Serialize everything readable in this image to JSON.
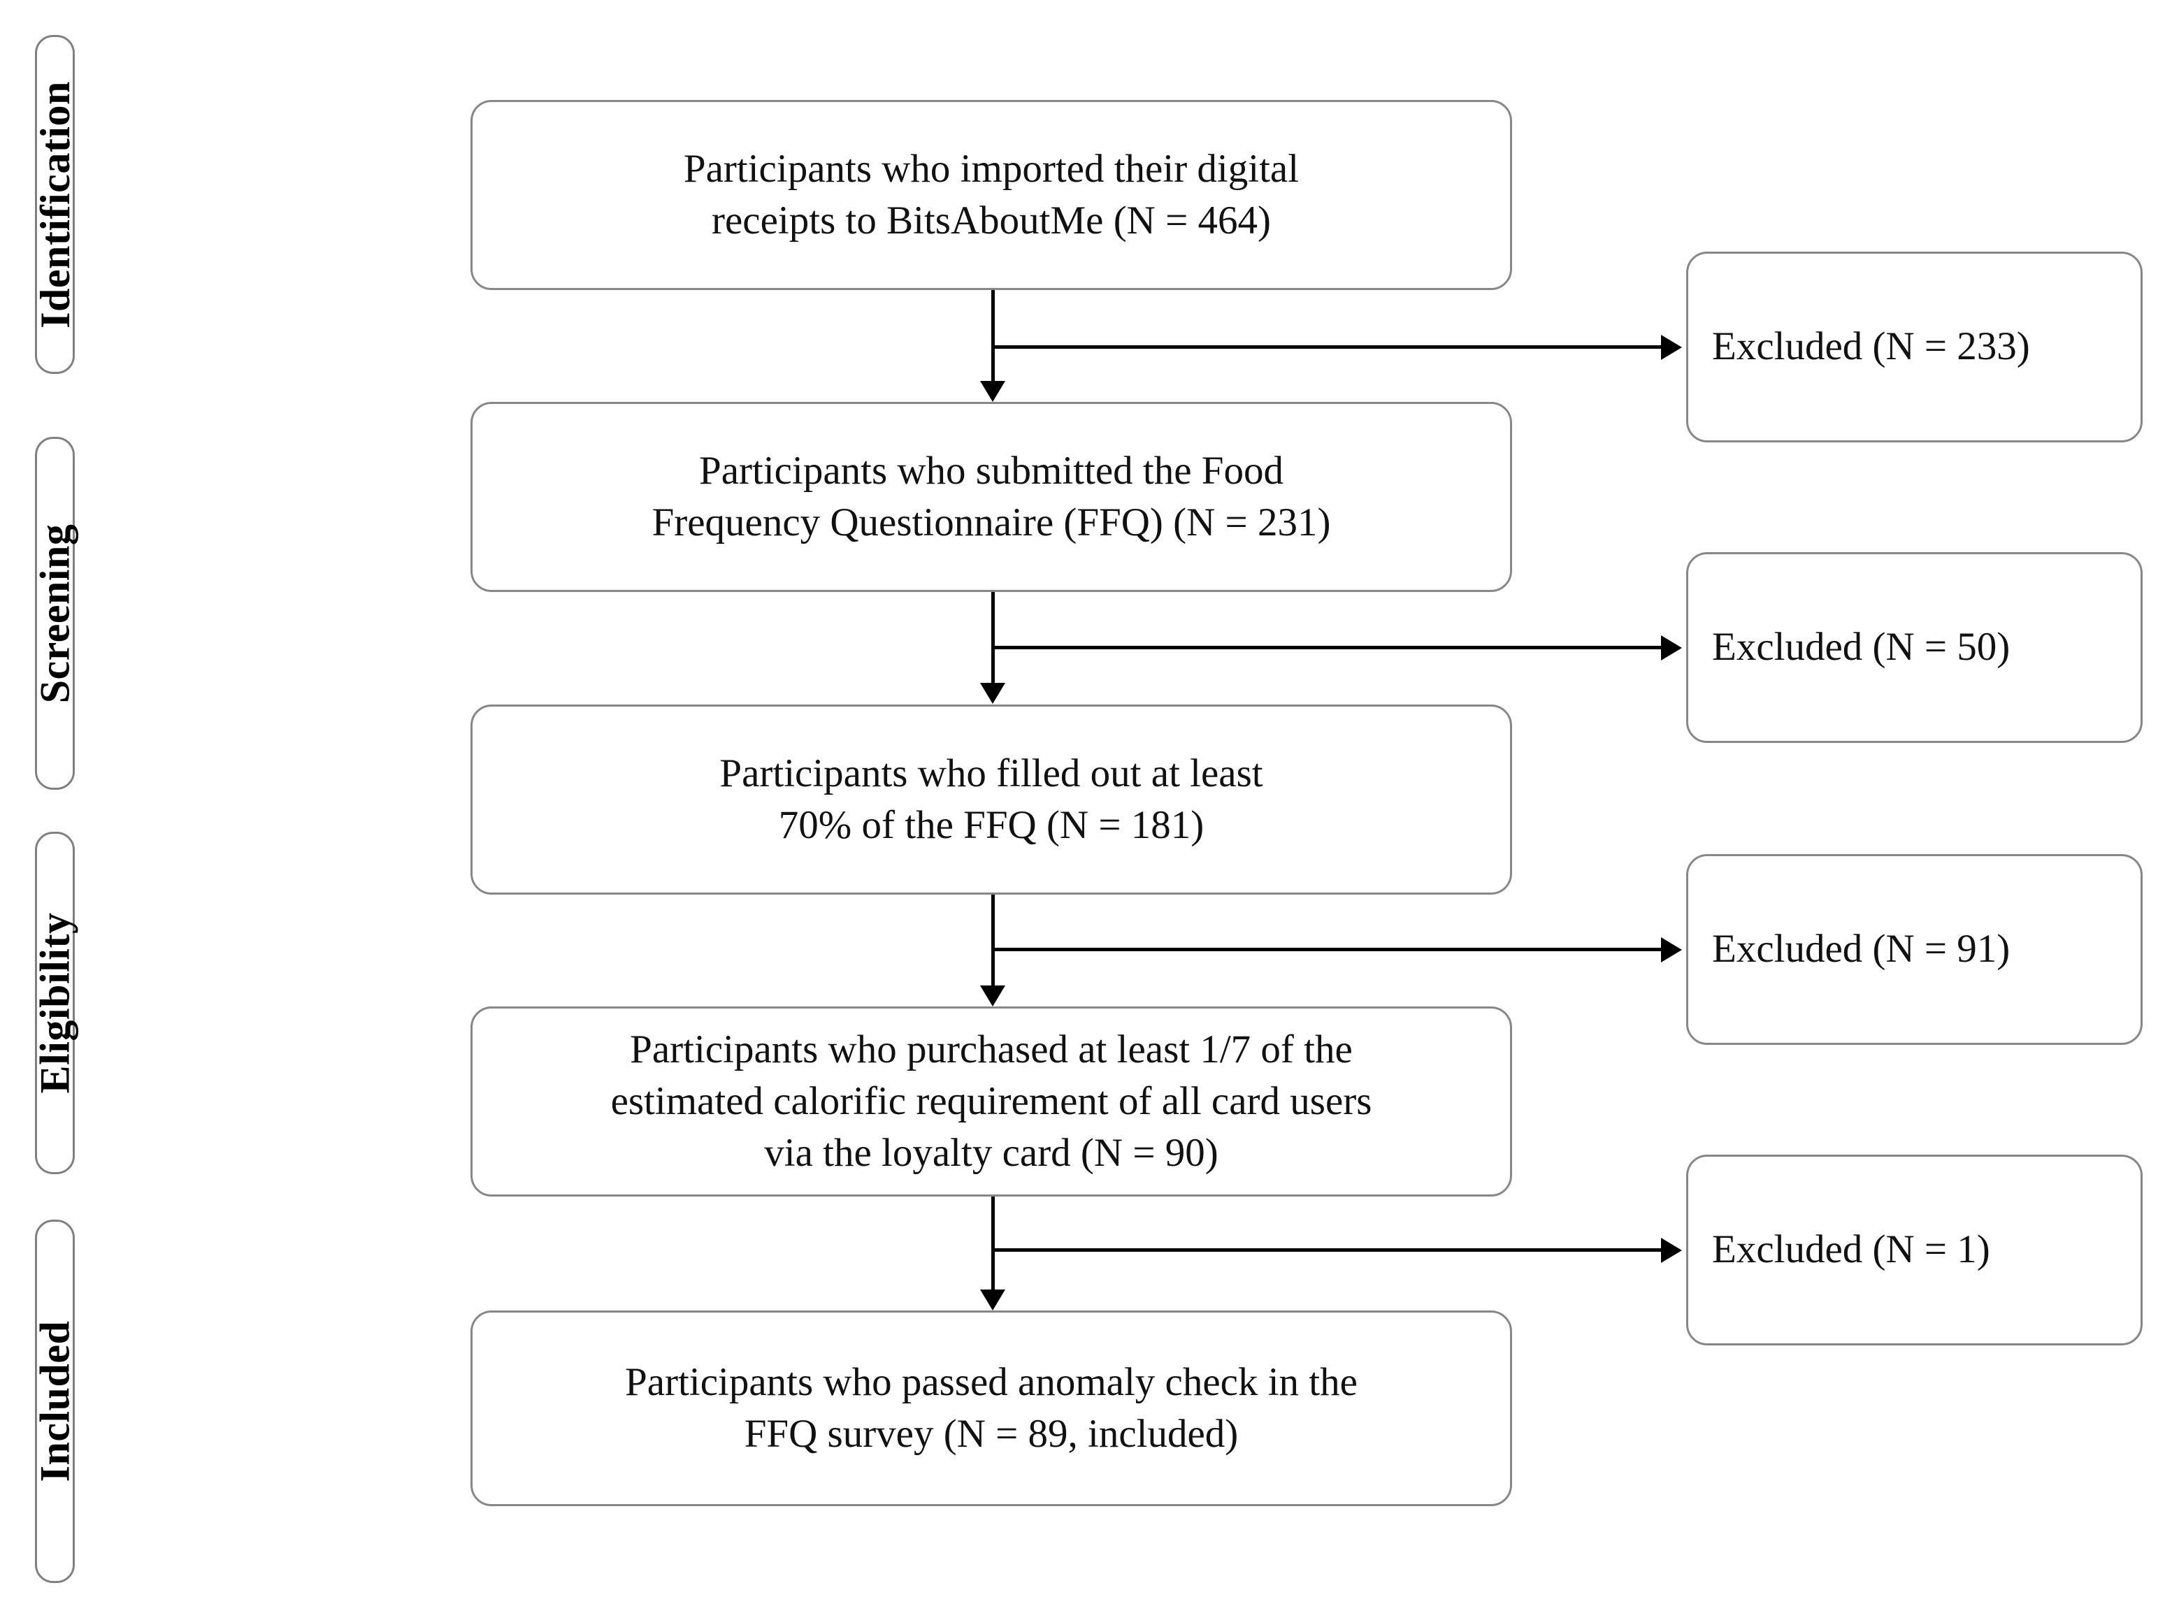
{
  "diagram": {
    "type": "prisma-flow-diagram",
    "stages": [
      {
        "label": "Identification"
      },
      {
        "label": "Screening"
      },
      {
        "label": "Eligibility"
      },
      {
        "label": "Included"
      }
    ],
    "flow_boxes": [
      {
        "id": "imported-receipts",
        "text": "Participants who imported their digital\nreceipts to BitsAboutMe (N = 464)",
        "n": 464
      },
      {
        "id": "submitted-ffq",
        "text": "Participants who submitted the Food\nFrequency Questionnaire (FFQ) (N = 231)",
        "n": 231
      },
      {
        "id": "filled-70-percent",
        "text": "Participants who filled out at least\n70% of the FFQ (N = 181)",
        "n": 181
      },
      {
        "id": "calorific-requirement",
        "text": "Participants who purchased at least 1/7 of the\nestimated calorific requirement of all card users\nvia the loyalty card (N = 90)",
        "n": 90
      },
      {
        "id": "passed-anomaly-check",
        "text": "Participants who passed anomaly check in the\nFFQ survey (N = 89, included)",
        "n": 89
      }
    ],
    "exclusion_boxes": [
      {
        "id": "excluded-1",
        "text": "Excluded (N = 233)",
        "n": 233
      },
      {
        "id": "excluded-2",
        "text": "Excluded (N = 50)",
        "n": 50
      },
      {
        "id": "excluded-3",
        "text": "Excluded (N = 91)",
        "n": 91
      },
      {
        "id": "excluded-4",
        "text": "Excluded (N = 1)",
        "n": 1
      }
    ],
    "colors": {
      "box_border": "#878787",
      "stage_border": "#808080",
      "connector": "#000000",
      "text": "#111111",
      "background": "#ffffff"
    }
  }
}
